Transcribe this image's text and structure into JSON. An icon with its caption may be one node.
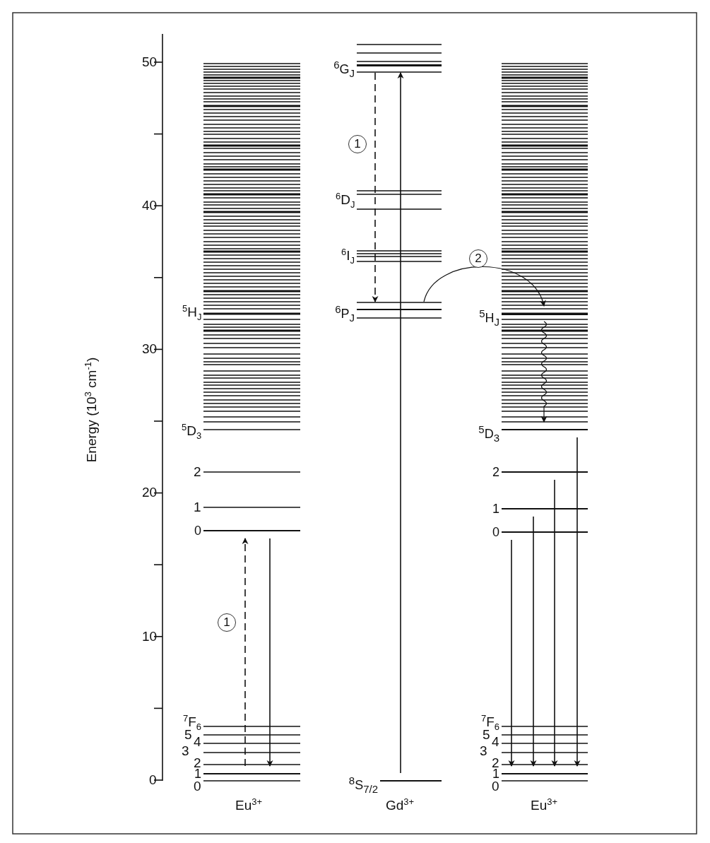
{
  "diagram": {
    "nodes": [
      {
        "text": [
          "$^{6}$G$_{J}$"
        ]
      },
      {
        "text": [
          "$^{6}$P$_{J}$"
        ]
      },
      {
        "text": [
          "$^{5}$H$_{J}$"
        ]
      },
      {
        "text": [
          "0"
        ]
      },
      {
        "text": [
          "$^{5}$D$_{3}$"
        ]
      },
      {
        "text": [
          "2"
        ]
      },
      {
        "text": [
          "1"
        ]
      },
      {
        "text": [
          "0"
        ]
      },
      {
        "text": [
          "1"
        ]
      },
      {
        "text": [
          "1"
        ]
      },
      {
        "text": [
          "$^{8}$S$_{7/2}$"
        ]
      }
    ],
    "edges": [
      {
        "from": 10,
        "to": 0,
        "arrow": "to"
      },
      {
        "from": 0,
        "to": 1,
        "arrow": "to",
        "style": "dashed",
        "label": "1"
      },
      {
        "from": 1,
        "to": 2,
        "arrow": "to",
        "label": "2"
      },
      {
        "from": 2,
        "to": 4,
        "arrow": "to"
      },
      {
        "from": 8,
        "to": 3,
        "arrow": "to",
        "style": "dashed",
        "label": "1"
      },
      {
        "from": 3,
        "to": 8,
        "arrow": "to"
      },
      {
        "from": 7,
        "to": 9,
        "arrow": "to"
      },
      {
        "from": 6,
        "to": 9,
        "arrow": "to"
      },
      {
        "from": 5,
        "to": 9,
        "arrow": "to"
      },
      {
        "from": 4,
        "to": 9,
        "arrow": "to"
      }
    ],
    "labels": [
      "Energy (10$^{3}$ cm$^{-1}$)",
      "50",
      "40",
      "30",
      "20",
      "10",
      "0",
      "$^{5}$H$_{J}$",
      "$^{5}$D$_{3}$",
      "2",
      "1",
      "$^{7}$F$_{6}$",
      "5",
      "4",
      "3",
      "2",
      "0",
      "$^{6}$D$_{J}$",
      "$^{6}$I$_{J}$",
      "$^{7}$F$_{6}$",
      "5",
      "4",
      "3",
      "2",
      "0",
      "Eu$^{3+}$",
      "Gd$^{3+}$",
      "Eu$^{3+}$"
    ]
  }
}
